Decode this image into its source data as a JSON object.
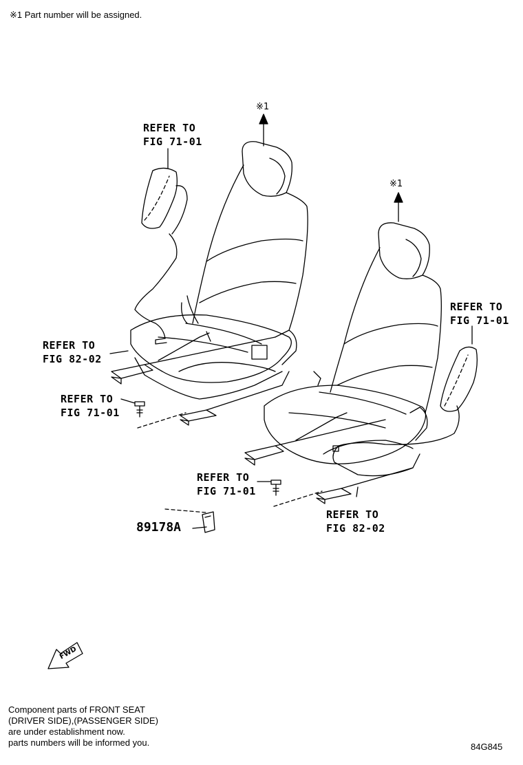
{
  "header_note": "※1 Part number will be assigned.",
  "marker_1": "※1",
  "marker_2": "※1",
  "callouts": {
    "c1_line1": "REFER TO",
    "c1_line2": "FIG 71-01",
    "c2_line1": "REFER TO",
    "c2_line2": "FIG 82-02",
    "c3_line1": "REFER TO",
    "c3_line2": "FIG 71-01",
    "c4_line1": "REFER TO",
    "c4_line2": "FIG 71-01",
    "c5_line1": "REFER TO",
    "c5_line2": "FIG 71-01",
    "c6_line1": "REFER TO",
    "c6_line2": "FIG 82-02"
  },
  "part_number": "89178A",
  "fwd_label": "FWD",
  "footer_lines": [
    "Component parts of  FRONT SEAT",
    "(DRIVER SIDE),(PASSENGER SIDE)",
    "are under establishment now.",
    "parts numbers will be informed you."
  ],
  "figure_id": "84G845"
}
